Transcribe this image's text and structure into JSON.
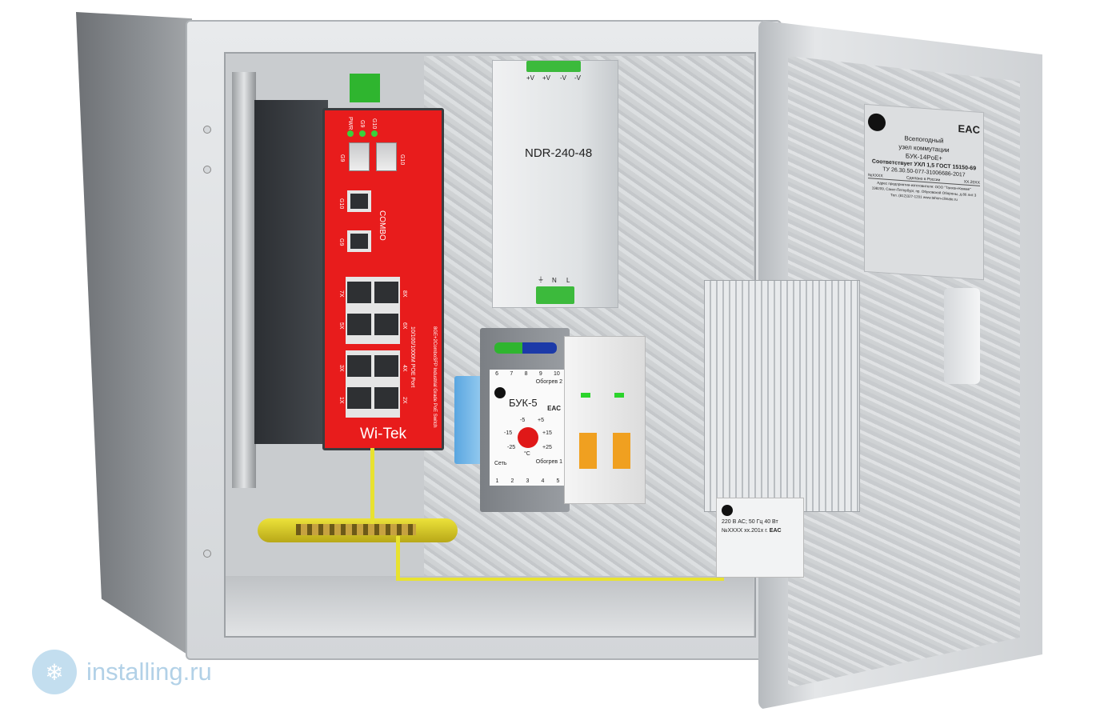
{
  "switch": {
    "brand": "Wi-Tek",
    "leds": [
      "PWR",
      "G9",
      "G10"
    ],
    "sfp_ports": [
      "G9",
      "G10"
    ],
    "combo_label": "COMBO",
    "combo_ports": [
      "G10",
      "G9"
    ],
    "ports": [
      "7X",
      "8X",
      "5X",
      "6X",
      "3X",
      "4X",
      "1X",
      "2X"
    ],
    "poe_label": "10/100/1000M POE Port",
    "model_text": "8GE+2ComboSFP Industrial Grade PoE Switch"
  },
  "psu": {
    "model": "NDR-240-48",
    "top_terminals": [
      "+V",
      "+V",
      "-V",
      "-V"
    ],
    "bottom_terminals": [
      "⏚",
      "N",
      "L"
    ]
  },
  "buk": {
    "title": "БУК-5",
    "top_numbers": [
      "6",
      "7",
      "8",
      "9",
      "10"
    ],
    "bottom_numbers": [
      "1",
      "2",
      "3",
      "4",
      "5"
    ],
    "heat2": "Обогрев 2",
    "heat1": "Обогрев 1",
    "net": "Сеть",
    "scale": [
      "-5",
      "+5",
      "-15",
      "+15",
      "-25",
      "+25"
    ],
    "unit": "°C",
    "mark": "EAC"
  },
  "door_plate": {
    "line1": "Всепогодный",
    "line2": "узел коммутации",
    "line3": "БУК-14PoE+",
    "line4": "Соответствует УХЛ 1,5 ГОСТ 15150-69",
    "line5": "ТУ 26.30.50-077-31006686-2017",
    "serial": "№XXXX",
    "made": "Сделано в России",
    "date": "XX.20XX",
    "addr1": "Адрес предприятия-изготовителя: ООО \"Таихон-Комме\"",
    "addr2": "198209, Санкт-Петербург, пр. Обуховской Обороны, д.86 лит.З",
    "addr3": "Тел. (812)327-1201   www.tahon-climate.ru",
    "mark": "EAC"
  },
  "heater_label": {
    "line1": "220 В AC; 50 Гц 40 Вт",
    "line2": "№XXXX  xx.201x г.",
    "mark": "EAC"
  },
  "watermark": {
    "text": "installing.ru"
  }
}
